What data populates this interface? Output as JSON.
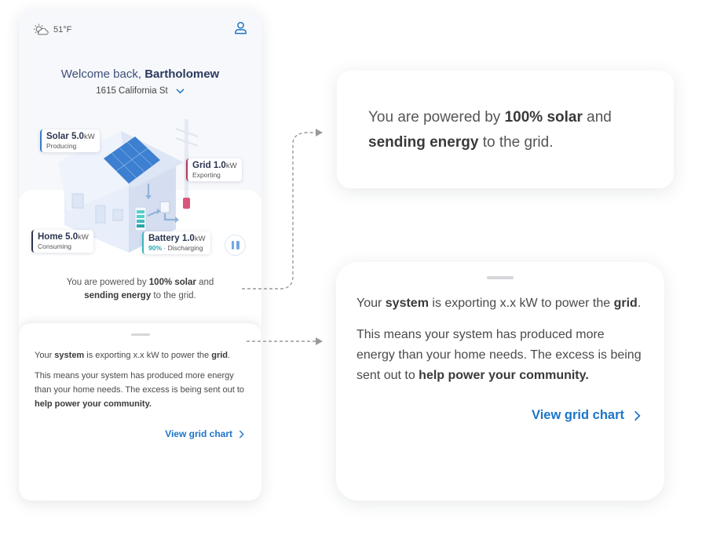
{
  "phone": {
    "weather": {
      "icon": "partly-cloudy-icon",
      "temperature": "51°F"
    },
    "profile_icon": "user-icon",
    "welcome": {
      "prefix": "Welcome back,",
      "name": "Bartholomew"
    },
    "address": {
      "value": "1615 California St",
      "icon": "chevron-down-icon"
    },
    "energy_labels": {
      "solar": {
        "title": "Solar",
        "value": "5.0",
        "unit": "kW",
        "status": "Producing",
        "color": "#3b7bc8"
      },
      "grid": {
        "title": "Grid",
        "value": "1.0",
        "unit": "kW",
        "status": "Exporting",
        "color": "#b03b5e"
      },
      "home": {
        "title": "Home",
        "value": "5.0",
        "unit": "kW",
        "status": "Consuming",
        "color": "#2b3550"
      },
      "battery": {
        "title": "Battery",
        "value": "1.0",
        "unit": "kW",
        "percent": "90%",
        "separator": "·",
        "status": "Discharging",
        "color": "#3bb4bf"
      }
    },
    "pause_button": {
      "icon": "pause-icon"
    },
    "summary": {
      "t1": "You are powered by ",
      "b1": "100% solar",
      "t2": " and ",
      "b2": "sending energy",
      "t3": " to the grid."
    },
    "sheet": {
      "p1": {
        "t1": "Your ",
        "b1": "system",
        "t2": " is exporting x.x kW to power the ",
        "b2": "grid",
        "t3": "."
      },
      "p2": {
        "t1": "This means your system has produced more energy than your home needs. The excess is being sent out to ",
        "b1": "help power your community."
      },
      "link_label": "View grid chart",
      "link_icon": "chevron-right-icon"
    }
  },
  "callout_summary": {
    "t1": "You are powered by ",
    "b1": "100% solar",
    "t2": " and ",
    "b2": "sending energy",
    "t3": " to the grid."
  },
  "callout_sheet": {
    "p1": {
      "t1": "Your ",
      "b1": "system",
      "t2": " is exporting x.x kW to power the ",
      "b2": "grid",
      "t3": "."
    },
    "p2": {
      "t1": "This means your system has produced more energy than your home needs. The excess is being sent out to ",
      "b1": "help power your community."
    },
    "link_label": "View grid chart",
    "link_icon": "chevron-right-icon"
  },
  "colors": {
    "accent_blue": "#1d75c8",
    "heading_navy": "#2b3a5e",
    "panel_blue": "#3b7bc8"
  }
}
